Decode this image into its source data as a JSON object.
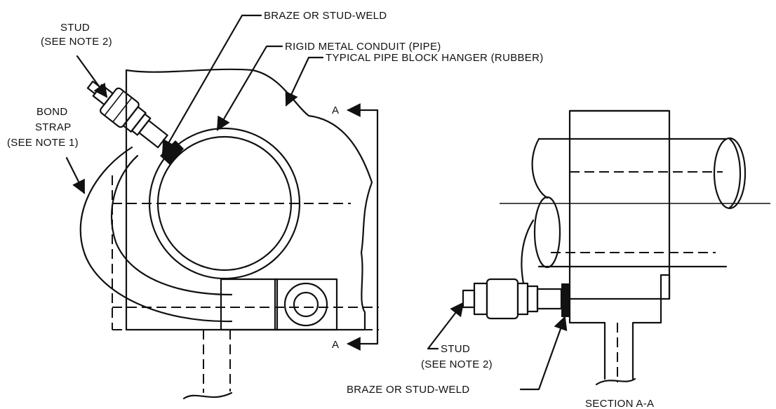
{
  "labels": {
    "braze_top": "BRAZE OR STUD-WELD",
    "stud_top_1": "STUD",
    "stud_top_2": "(SEE NOTE 2)",
    "conduit": "RIGID METAL CONDUIT (PIPE)",
    "hanger": "TYPICAL PIPE BLOCK HANGER (RUBBER)",
    "bond_1": "BOND",
    "bond_2": "STRAP",
    "bond_3": "(SEE NOTE 1)",
    "section_mark_top": "A",
    "section_mark_bottom": "A",
    "stud_bottom_1": "STUD",
    "stud_bottom_2": "(SEE NOTE 2)",
    "braze_bottom": "BRAZE OR STUD-WELD",
    "section_title": "SECTION A-A"
  },
  "icons": [
    "arrow-icon"
  ]
}
